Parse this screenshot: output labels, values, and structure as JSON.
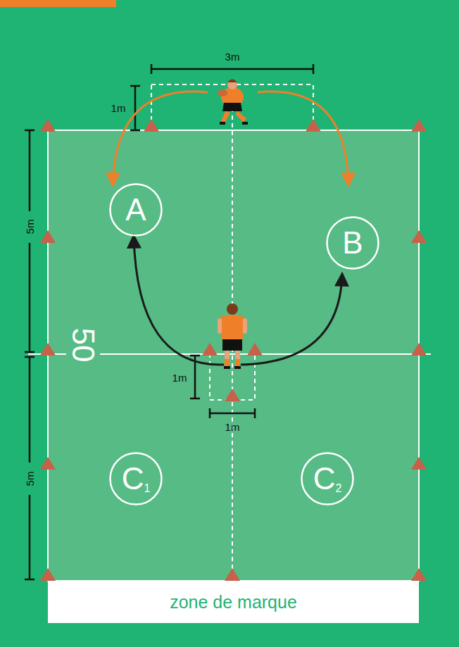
{
  "diagram": {
    "nodes": [
      {
        "text": [
          "A"
        ]
      },
      {
        "text": [
          "B"
        ]
      },
      {
        "text": [
          "C",
          "1"
        ]
      },
      {
        "text": [
          "C",
          "2"
        ]
      },
      {
        "text": [
          "zone de marque"
        ]
      }
    ],
    "labels": [
      "3m",
      "1m",
      "5m",
      "50",
      "1m",
      "1m",
      "5m"
    ]
  }
}
